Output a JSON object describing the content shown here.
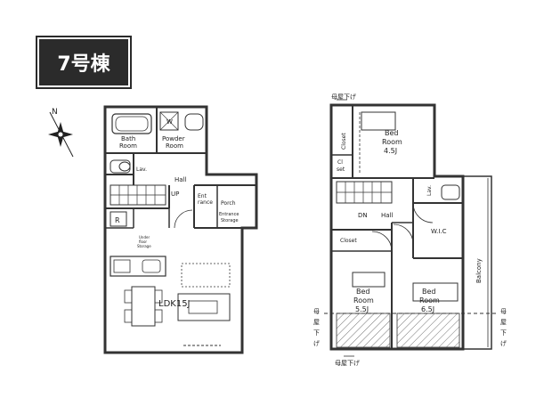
{
  "badge": "7号棟",
  "compass_n": "N",
  "floor1": {
    "bath": [
      "Bath",
      "Room"
    ],
    "powder": [
      "Powder",
      "Room"
    ],
    "w": "W",
    "lav": "Lav.",
    "hall": "Hall",
    "up": "UP",
    "entrance": [
      "Ent",
      "rance"
    ],
    "porch": "Porch",
    "storage": [
      "Entrance",
      "Storage"
    ],
    "r": "R",
    "underfloor": [
      "Under",
      "floor",
      "Storage"
    ],
    "ldk": "LDK15J"
  },
  "floor2": {
    "eave_top": "母屋下げ",
    "eave_bottom": "母屋下げ",
    "eave_left": [
      "母",
      "屋",
      "下",
      "げ"
    ],
    "eave_right": [
      "母",
      "屋",
      "下",
      "げ"
    ],
    "closet_v": "Closet",
    "closet_set": [
      "Cl",
      "set"
    ],
    "bed1": [
      "Bed",
      "Room",
      "4.5J"
    ],
    "dn": "DN",
    "hall": "Hall",
    "lav": "Lav.",
    "wic": "W.I.C",
    "closet": "Closet",
    "balcony": "Balcony",
    "bed2": [
      "Bed",
      "Room",
      "5.5J"
    ],
    "bed3": [
      "Bed",
      "Room",
      "6.5J"
    ]
  }
}
